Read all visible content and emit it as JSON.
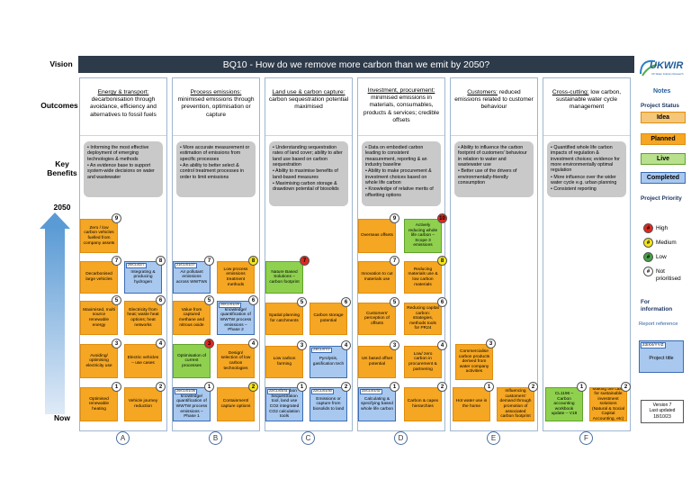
{
  "rows": {
    "vision": "Vision",
    "outcomes": "Outcomes",
    "key_benefits": "Key Benefits",
    "y2050": "2050",
    "now": "Now"
  },
  "title": "BQ10 - How do we remove more carbon than we emit by 2050?",
  "logo": "UKWIR",
  "logo_sub": "UK Water Industry Research",
  "legend": {
    "notes": "Notes",
    "project_status": "Project Status",
    "idea": "Idea",
    "planned": "Planned",
    "live": "Live",
    "completed": "Completed",
    "project_priority": "Project Priority",
    "high": "High",
    "medium": "Medium",
    "low": "Low",
    "not_prioritised": "Not prioritised",
    "for_information": "For information",
    "report_reference": "Report reference",
    "sample_ref": "23/XX/YY/Z",
    "project_title": "Project title",
    "version": "Version 7",
    "last_updated": "Last updated",
    "date": "18/10/23"
  },
  "colors": {
    "idea": "#f5a623",
    "planned": "#f5a623",
    "live": "#8fd14f",
    "completed": "#a8c8ef",
    "banner": "#2d3a4a"
  },
  "columns": [
    {
      "letter": "A",
      "head_u": "Energy & transport:",
      "head": "decarbonisation through avoidance, efficiency and alternatives to fossil fuels",
      "benefits": [
        "• Informing the most effective deployment of emerging technologies & methods",
        "• An evidence base to support system-wide decisions on water and wastewater"
      ]
    },
    {
      "letter": "B",
      "head_u": "Process emissions:",
      "head": "minimised emissions through prevention, optimisation or capture",
      "benefits": [
        "• More accurate measurement or estimation of emissions from specific processes",
        "• An ability to better select & control treatment processes in order to limit emissions"
      ]
    },
    {
      "letter": "C",
      "head_u": "Land use & carbon capture:",
      "head": "carbon sequestration potential maximised",
      "benefits": [
        "• Understanding sequestration rates of land cover; ability to alter land use based on carbon sequestration",
        "• Ability to maximise benefits of land-based measures",
        "• Maximising carbon storage & drawdown potential of biosolids"
      ]
    },
    {
      "letter": "D",
      "head_u": "Investment, procurement:",
      "head": "minimised emissions in materials, consumables, products & services; credible offsets",
      "benefits": [
        "• Data on embodied carbon leading to consistent measurement, reporting & an industry baseline",
        "• Ability to make procurement & investment choices based on whole life carbon",
        "• Knowledge of relative merits of offsetting options"
      ]
    },
    {
      "letter": "E",
      "head_u": "Customers:",
      "head": "reduced emissions related to customer behaviour",
      "benefits": [
        "• Ability to influence the carbon footprint of customers' behaviour in relation to water and wastewater use",
        "• Better use of the drivers of environmentally-friendly consumption"
      ]
    },
    {
      "letter": "F",
      "head_u": "Cross-cutting:",
      "head": "low carbon, sustainable water cycle management",
      "benefits": [
        "• Quantified whole life carbon impacts of regulation & investment choices; evidence for more environmentally optimal regulation",
        "• More influence over the wider water cycle e.g. urban planning",
        "• Consistent reporting"
      ]
    }
  ],
  "cards": {
    "a9": "Zero / low carbon vehicles fuelled from company assets",
    "a7": "Decarbonised large vehicles",
    "a8_ref": "20/CL/02/7",
    "a8": "Integrating & producing hydrogen",
    "a5": "Maximised, multi source renewable energy",
    "a6": "Electricity from heat; waste heat options; heat networks",
    "a3": "Avoiding/ optimising electricity use",
    "a4": "Electric vehicles – use cases",
    "a1": "Optimised renewable heating",
    "a2": "Vehicle journey reduction",
    "b7_ref": "21/CL/01/27",
    "b7": "Air pollutant emissions across WWTWs",
    "b8": "Low process emissions treatment methods",
    "b5": "Value from captured methane and nitrous oxide",
    "b6_ref": "20/CL/01/29",
    "b6": "Better knowledge/ quantification of WWTW process emissions – Phase 2",
    "b3": "Optimisation of current processes",
    "b4": "Design/ selection of low carbon technologies",
    "b1_ref": "20/CL/01/26",
    "b1": "Better knowledge/ quantification of WWTW process emissions – Phase 1",
    "b2": "Containment/ capture options",
    "c7": "Nature Based Solutions – carbon footprint",
    "c5": "Spatial planning for catchments",
    "c6": "Carbon storage potential",
    "c3": "Low carbon farming",
    "c4_ref": "23/CL/07/2",
    "c4": "Pyrolysis, gasification tech",
    "c1_ref": "22/CL/03/31",
    "c1": "Land Carbon Sequestration tool, land use CO2 integrated CO2 calculation tools",
    "c2_ref": "22/CL/01/30",
    "c2": "Emissions or capture from biosolids to land",
    "d9": "Overseas offsets",
    "d10": "Actively reducing whole life carbon – Scope 3 emissions",
    "d7": "Innovation to cut materials use",
    "d8": "Reducing materials use & low carbon materials",
    "d5": "Customers' perception of offsets",
    "d6": "Reducing capital carbon: strategies, methods tools for PR24",
    "d3": "UK based offset potential",
    "d4": "Low/ zero carbon in procurement & partnering",
    "d1_ref": "22/CL/01/32",
    "d1": "Calculating & specifying based whole life carbon",
    "d2": "Carbon & capex hierarchies",
    "e3": "Commercialise carbon products derived from water company activities",
    "e1": "Hot water use in the home",
    "e2": "Influencing customers' demand through promotion of associated carbon footprint",
    "f1": "CL1196 – Carbon accounting workbook update – V18",
    "f2": "Making the case for sustainable investment solutions (Natural & Social Capital Accounting, etc)"
  }
}
